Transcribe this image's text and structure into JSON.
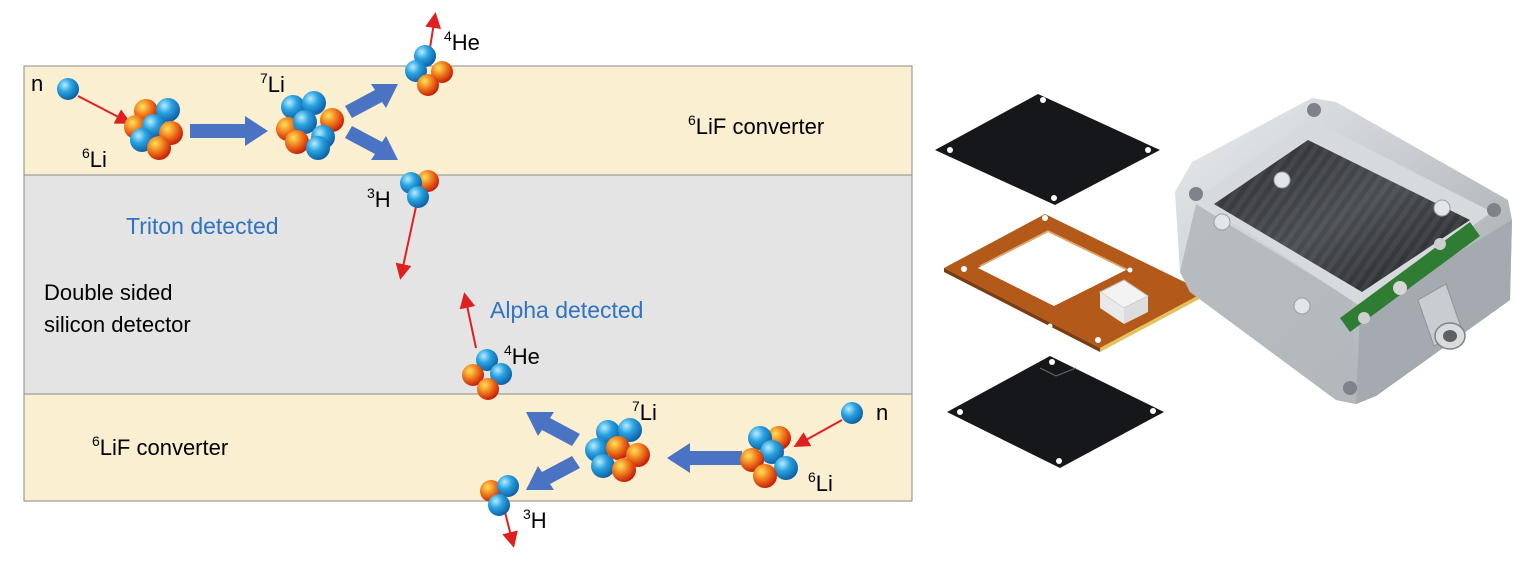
{
  "labels": {
    "neutron": "n",
    "li6_mass": "6",
    "li6_symbol": "Li",
    "li7_mass": "7",
    "li7_symbol": "Li",
    "he4_mass": "4",
    "he4_symbol": "He",
    "h3_mass": "3",
    "h3_symbol": "H",
    "lif_mass": "6",
    "lif_text": "LiF converter",
    "triton_detected": "Triton detected",
    "alpha_detected": "Alpha detected",
    "detector_line1": "Double sided",
    "detector_line2": "silicon detector"
  },
  "colors": {
    "converter_fill": "#faefd0",
    "detector_fill": "#e4e4e4",
    "layer_border": "#8a8a8a",
    "neutron_blue": "#29a3e0",
    "proton_red": "#e8531a",
    "flow_arrow": "#4a73c4",
    "particle_arrow": "#e02020",
    "label_blue": "#2f74c0"
  }
}
